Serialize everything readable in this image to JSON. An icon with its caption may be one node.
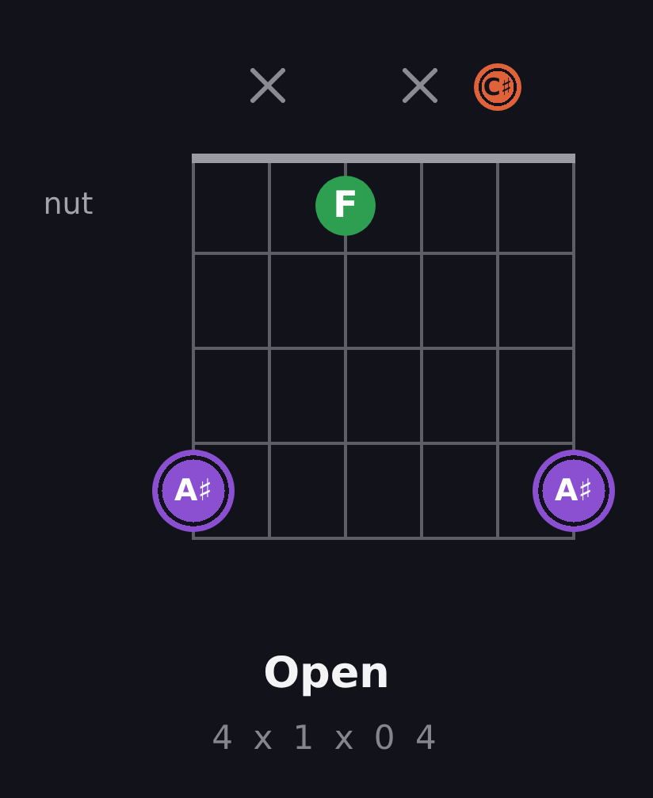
{
  "diagram": {
    "title": "Open",
    "nodes": [
      {
        "text": [
          "C♯"
        ]
      },
      {
        "text": [
          "F"
        ]
      },
      {
        "text": [
          "A♯"
        ]
      },
      {
        "text": [
          "A♯"
        ]
      }
    ],
    "labels": [
      "nut",
      "4 x 1 x 0 4"
    ]
  }
}
